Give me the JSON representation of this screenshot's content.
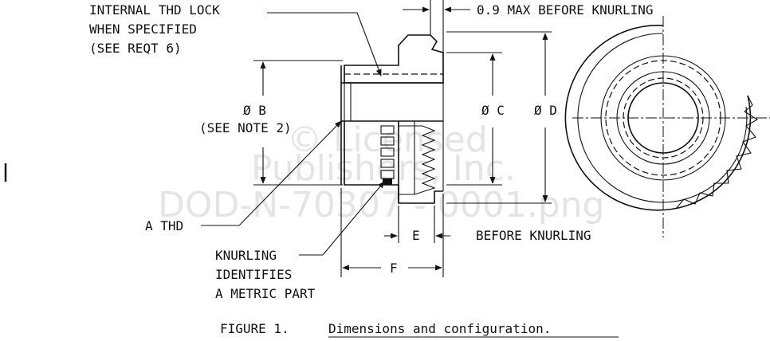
{
  "labels": {
    "internal_thd_lock_1": "INTERNAL THD LOCK",
    "internal_thd_lock_2": "WHEN SPECIFIED",
    "internal_thd_lock_3": "(SEE REQT 6)",
    "max_before_knurling": "0.9 MAX BEFORE KNURLING",
    "dim_b": "Ø B",
    "see_note_2": "(SEE NOTE 2)",
    "dim_c": "Ø C",
    "dim_d": "Ø D",
    "a_thd": "A THD",
    "dim_e": "E",
    "before_knurling": "BEFORE KNURLING",
    "knurling_1": "KNURLING",
    "knurling_2": "IDENTIFIES",
    "knurling_3": "A METRIC PART",
    "dim_f": "F",
    "figure_number": "FIGURE 1.",
    "figure_title": "Dimensions and configuration."
  },
  "watermark": {
    "line1": "© Licensed",
    "line2": "Publishers, Inc.",
    "line3": "DOD-N-70307 - 0001.png"
  }
}
